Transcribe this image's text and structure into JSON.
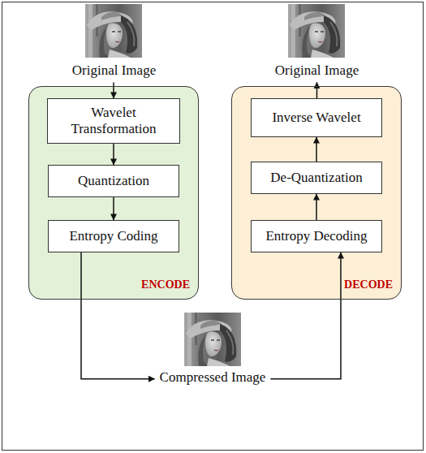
{
  "diagram": {
    "nodes": [
      {
        "text": [
          "Original Image"
        ]
      },
      {
        "text": [
          "Original Image"
        ]
      },
      {
        "text": [
          "ENCODE"
        ]
      },
      {
        "text": [
          "Wavelet Transformation"
        ],
        "in": 2
      },
      {
        "text": [
          "Quantization"
        ],
        "in": 2
      },
      {
        "text": [
          "Entropy Coding"
        ],
        "in": 2
      },
      {
        "text": [
          "DECODE"
        ]
      },
      {
        "text": [
          "Inverse Wavelet"
        ],
        "in": 6
      },
      {
        "text": [
          "De-Quantization"
        ],
        "in": 6
      },
      {
        "text": [
          "Entropy Decoding"
        ],
        "in": 6
      },
      {
        "text": [
          "Compressed Image"
        ]
      }
    ],
    "edges": [
      {
        "from": 0,
        "to": 3,
        "arrow": "to"
      },
      {
        "from": 3,
        "to": 4,
        "arrow": "to"
      },
      {
        "from": 4,
        "to": 5,
        "arrow": "to"
      },
      {
        "from": 5,
        "to": 10,
        "arrow": "to"
      },
      {
        "from": 10,
        "to": 9,
        "arrow": "to"
      },
      {
        "from": 9,
        "to": 8,
        "arrow": "to"
      },
      {
        "from": 8,
        "to": 7,
        "arrow": "to"
      },
      {
        "from": 7,
        "to": 1,
        "arrow": "to"
      }
    ]
  }
}
